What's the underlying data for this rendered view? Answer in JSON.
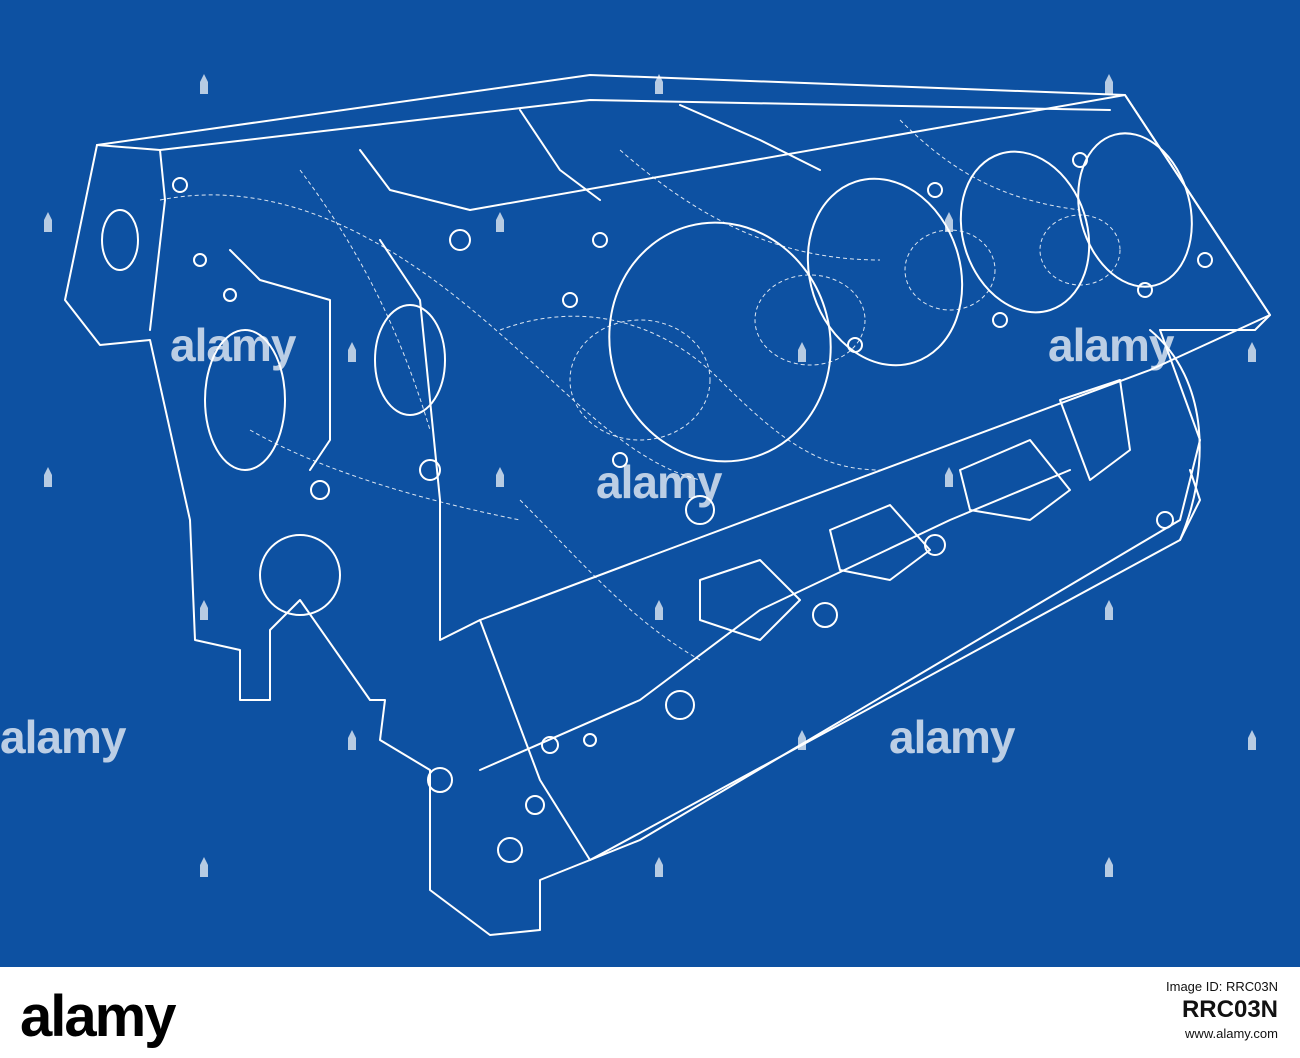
{
  "watermark": {
    "text": "alamy"
  },
  "footer": {
    "logo_text": "alamy",
    "image_id_label": "Image ID: RRC03N",
    "image_id": "RRC03N",
    "site_url": "www.alamy.com"
  },
  "colors": {
    "background": "#0d51a2",
    "line": "#ffffff",
    "footer": "#ffffff"
  }
}
